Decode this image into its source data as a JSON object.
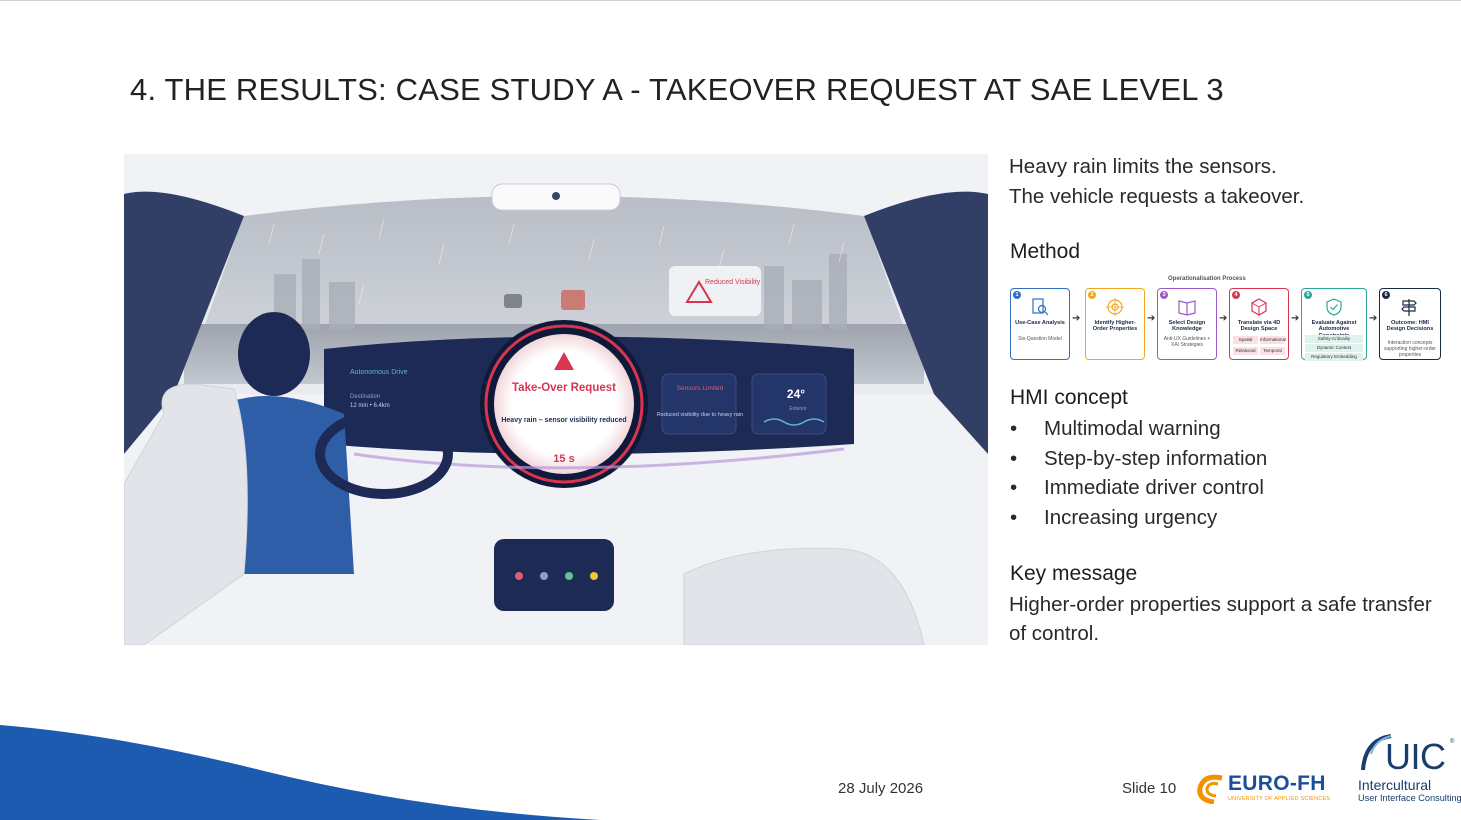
{
  "slide": {
    "title": "4. THE RESULTS: CASE STUDY A -  TAKEOVER REQUEST AT SAE LEVEL 3",
    "intro_lines": [
      "Heavy rain limits the sensors.",
      "The vehicle requests a takeover."
    ],
    "method_heading": "Method",
    "hmi_heading": "HMI concept",
    "hmi_bullets": [
      "Multimodal warning",
      "Step-by-step information",
      "Immediate driver control",
      "Increasing urgency"
    ],
    "key_heading": "Key message",
    "key_text": "Higher-order properties support a safe transfer of control."
  },
  "method_diagram": {
    "caption": "Operationalisation Process",
    "steps": [
      {
        "num": "1",
        "title": "Use-Case Analysis",
        "sub": "Six-Question Model",
        "color": "#2f6fc6",
        "icon": "search-document-icon"
      },
      {
        "num": "2",
        "title": "Identify Higher-Order Properties",
        "sub": "",
        "color": "#f2a81d",
        "icon": "target-icon"
      },
      {
        "num": "3",
        "title": "Select Design Knowledge",
        "sub": "Anti-UX Guidelines + XAI Strategies",
        "color": "#9b59c9",
        "icon": "book-icon"
      },
      {
        "num": "4",
        "title": "Translate via 4D Design Space",
        "sub": "",
        "color": "#d9354f",
        "icon": "cube-network-icon"
      },
      {
        "num": "5",
        "title": "Evaluate Against Automotive Constraints",
        "sub": "",
        "color": "#2aa69a",
        "icon": "shield-check-icon"
      },
      {
        "num": "6",
        "title": "Outcome: HMI Design Decisions",
        "sub": "Interaction concepts supporting higher-order properties",
        "color": "#1b2a44",
        "icon": "signpost-icon"
      }
    ],
    "design_space_cells": [
      "Spatial",
      "Informational",
      "Relational",
      "Temporal"
    ],
    "constraint_cells": [
      "Safety-Criticality",
      "Dynamic Context",
      "Regulatory Embedding"
    ]
  },
  "illustration": {
    "ads_label": "Autonomous Drive",
    "destination_label": "Destination",
    "destination_value": "12 min • 6.4km",
    "warning_title": "Take-Over Request",
    "warning_sub": "Heavy rain – sensor visibility reduced",
    "countdown": "15 s",
    "sensors_label": "Sensors Limited",
    "sensors_sub": "Reduced visibility due to heavy rain",
    "temperature": "24°",
    "temperature_sub": "Exterior",
    "hud_label": "Reduced Visibility"
  },
  "footer": {
    "date": "28 July 2026",
    "slide_label": "Slide 10",
    "eurofh_name": "EURO-FH",
    "eurofh_sub": "UNIVERSITY OF APPLIED SCIENCES",
    "uic_name": "UIC",
    "uic_reg": "®",
    "uic_line1": "Intercultural",
    "uic_line2": "User Interface Consulting"
  },
  "colors": {
    "accent_blue": "#1b4f9c",
    "warning_red": "#d9354f",
    "dashboard_navy": "#1c2a55",
    "wave_blue": "#1d5bb0"
  }
}
